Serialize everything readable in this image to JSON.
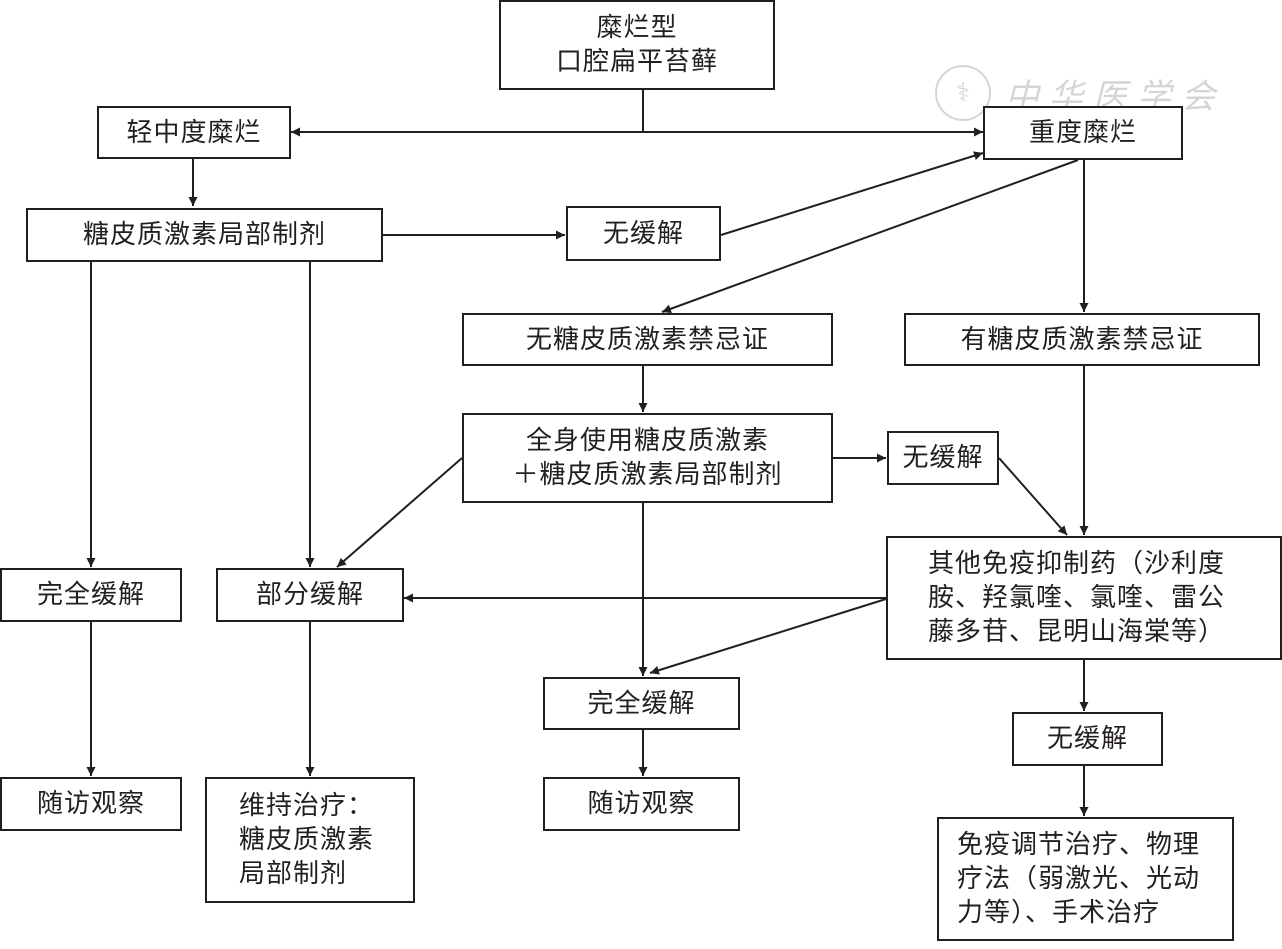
{
  "watermark": {
    "seal_icon": "medical-association-seal",
    "seal_glyph": "⚕",
    "text": "中华医学会"
  },
  "nodes": {
    "root": "糜烂型\n口腔扁平苔藓",
    "mild": "轻中度糜烂",
    "severe": "重度糜烂",
    "topical": "糖皮质激素局部制剂",
    "no_relief_1": "无缓解",
    "no_contra": "无糖皮质激素禁忌证",
    "has_contra": "有糖皮质激素禁忌证",
    "systemic": "全身使用糖皮质激素\n＋糖皮质激素局部制剂",
    "no_relief_2": "无缓解",
    "other_immuno": "其他免疫抑制药（沙利度\n胺、羟氯喹、氯喹、雷公\n藤多苷、昆明山海棠等）",
    "complete_1": "完全缓解",
    "partial": "部分缓解",
    "complete_2": "完全缓解",
    "no_relief_3": "无缓解",
    "followup_1": "随访观察",
    "maintenance": "维持治疗：\n糖皮质激素\n局部制剂",
    "followup_2": "随访观察",
    "final": "免疫调节治疗、物理\n疗法（弱激光、光动\n力等）、手术治疗"
  },
  "edges": [
    {
      "from": "root",
      "to": "mild"
    },
    {
      "from": "root",
      "to": "severe"
    },
    {
      "from": "mild",
      "to": "topical"
    },
    {
      "from": "topical",
      "to": "no_relief_1"
    },
    {
      "from": "no_relief_1",
      "to": "severe"
    },
    {
      "from": "severe",
      "to": "no_contra"
    },
    {
      "from": "severe",
      "to": "has_contra"
    },
    {
      "from": "no_contra",
      "to": "systemic"
    },
    {
      "from": "systemic",
      "to": "no_relief_2"
    },
    {
      "from": "no_relief_2",
      "to": "other_immuno"
    },
    {
      "from": "has_contra",
      "to": "other_immuno"
    },
    {
      "from": "topical",
      "to": "complete_1"
    },
    {
      "from": "topical",
      "to": "partial"
    },
    {
      "from": "systemic",
      "to": "partial"
    },
    {
      "from": "other_immuno",
      "to": "partial"
    },
    {
      "from": "systemic",
      "to": "complete_2"
    },
    {
      "from": "other_immuno",
      "to": "complete_2"
    },
    {
      "from": "other_immuno",
      "to": "no_relief_3"
    },
    {
      "from": "complete_1",
      "to": "followup_1"
    },
    {
      "from": "partial",
      "to": "maintenance"
    },
    {
      "from": "complete_2",
      "to": "followup_2"
    },
    {
      "from": "no_relief_3",
      "to": "final"
    }
  ]
}
